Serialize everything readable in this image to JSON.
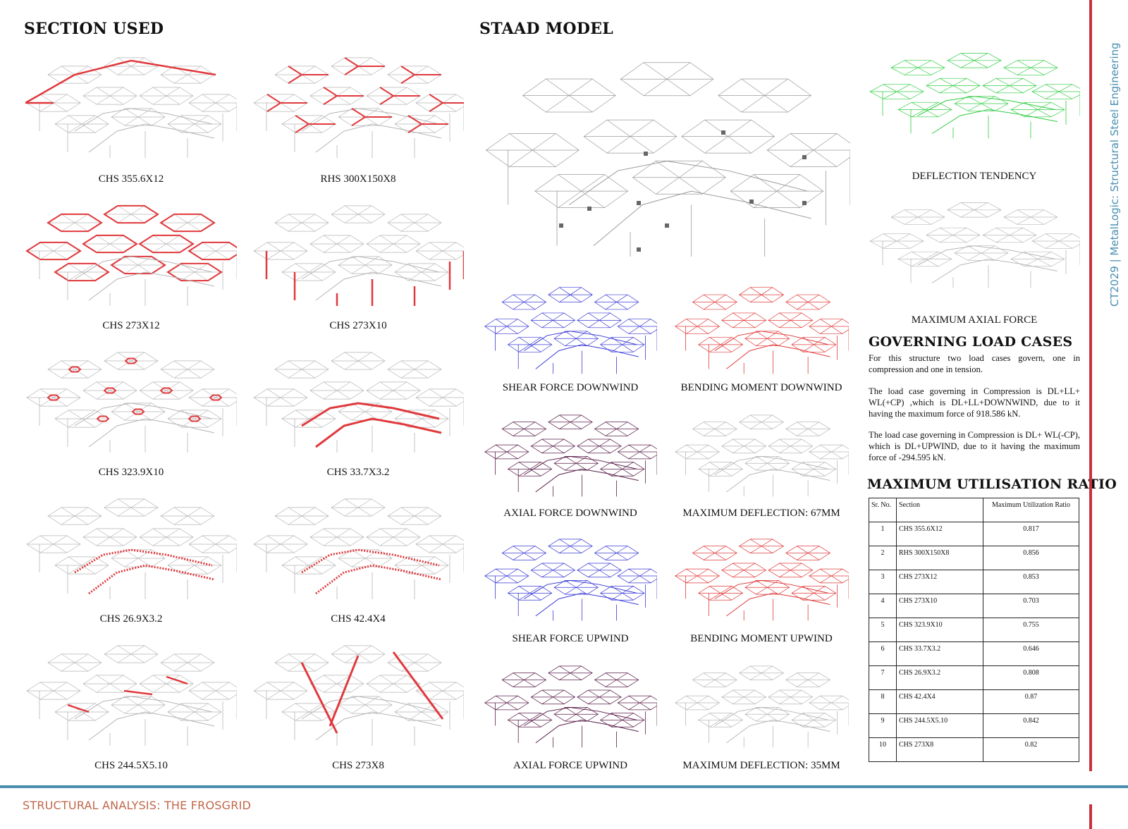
{
  "headings": {
    "section_used": "SECTION USED",
    "staad_model": "STAAD MODEL",
    "governing": "GOVERNING LOAD CASES",
    "max_util": "MAXIMUM UTILISATION RATIO"
  },
  "sections": [
    {
      "label": "CHS 355.6X12",
      "highlight": "perimeter"
    },
    {
      "label": "RHS 300X150X8",
      "highlight": "triangles"
    },
    {
      "label": "CHS 273X12",
      "highlight": "hexagons"
    },
    {
      "label": "CHS 273X10",
      "highlight": "columns"
    },
    {
      "label": "CHS 323.9X10",
      "highlight": "small-hexagons"
    },
    {
      "label": "CHS 33.7X3.2",
      "highlight": "arches"
    },
    {
      "label": "CHS 26.9X3.2",
      "highlight": "lattice-a"
    },
    {
      "label": "CHS 42.4X4",
      "highlight": "lattice-b"
    },
    {
      "label": "CHS 244.5X5.10",
      "highlight": "braces-short"
    },
    {
      "label": "CHS 273X8",
      "highlight": "braces-long"
    }
  ],
  "results": [
    {
      "label": "SHEAR FORCE DOWNWIND",
      "color": "#3a3ad6"
    },
    {
      "label": "BENDING MOMENT DOWNWIND",
      "color": "#e03a3a"
    },
    {
      "label": "AXIAL FORCE DOWNWIND",
      "color": "#5a1f4a"
    },
    {
      "label": "MAXIMUM DEFLECTION: 67MM",
      "color": "#b8b8b8"
    },
    {
      "label": "SHEAR FORCE UPWIND",
      "color": "#3a3ad6"
    },
    {
      "label": "BENDING MOMENT UPWIND",
      "color": "#e03a3a"
    },
    {
      "label": "AXIAL FORCE UPWIND",
      "color": "#5a1f4a"
    },
    {
      "label": "MAXIMUM DEFLECTION: 35MM",
      "color": "#b8b8b8"
    }
  ],
  "right_figures": [
    {
      "label": "DEFLECTION TENDENCY",
      "color": "#2ecc40"
    },
    {
      "label": "MAXIMUM AXIAL FORCE",
      "color": "#b8b8b8"
    }
  ],
  "governing_text": [
    "For this structure two load cases govern, one in compression and one in tension.",
    "The load case governing in Compression is DL+LL+ WL(+CP) ,which is DL+LL+DOWNWIND, due to it having the maximum force of 918.586 kN.",
    "The load case governing in Compression is DL+ WL(-CP), which is DL+UPWIND, due to it having the maximum force of -294.595 kN."
  ],
  "table": {
    "headers": [
      "Sr. No.",
      "Section",
      "Maximum Utilization Ratio"
    ],
    "rows": [
      [
        "1",
        "CHS 355.6X12",
        "0.817"
      ],
      [
        "2",
        "RHS 300X150X8",
        "0.856"
      ],
      [
        "3",
        "CHS 273X12",
        "0.853"
      ],
      [
        "4",
        "CHS 273X10",
        "0.703"
      ],
      [
        "5",
        "CHS 323.9X10",
        "0.755"
      ],
      [
        "6",
        "CHS 33.7X3.2",
        "0.646"
      ],
      [
        "7",
        "CHS 26.9X3.2",
        "0.808"
      ],
      [
        "8",
        "CHS 42.4X4",
        "0.87"
      ],
      [
        "9",
        "CHS 244.5X5.10",
        "0.842"
      ],
      [
        "10",
        "CHS 273X8",
        "0.82"
      ]
    ]
  },
  "sidebar": {
    "title": "CT2029 | MetalLogic: Structural Steel Engineering"
  },
  "footer": {
    "title": "STRUCTURAL ANALYSIS: THE FROSGRID"
  },
  "colors": {
    "highlight": "#e0393d",
    "structure": "#b5b5b5",
    "accent_red": "#c8323b",
    "accent_blue": "#4a8fb0",
    "footer_text": "#c0674a"
  }
}
